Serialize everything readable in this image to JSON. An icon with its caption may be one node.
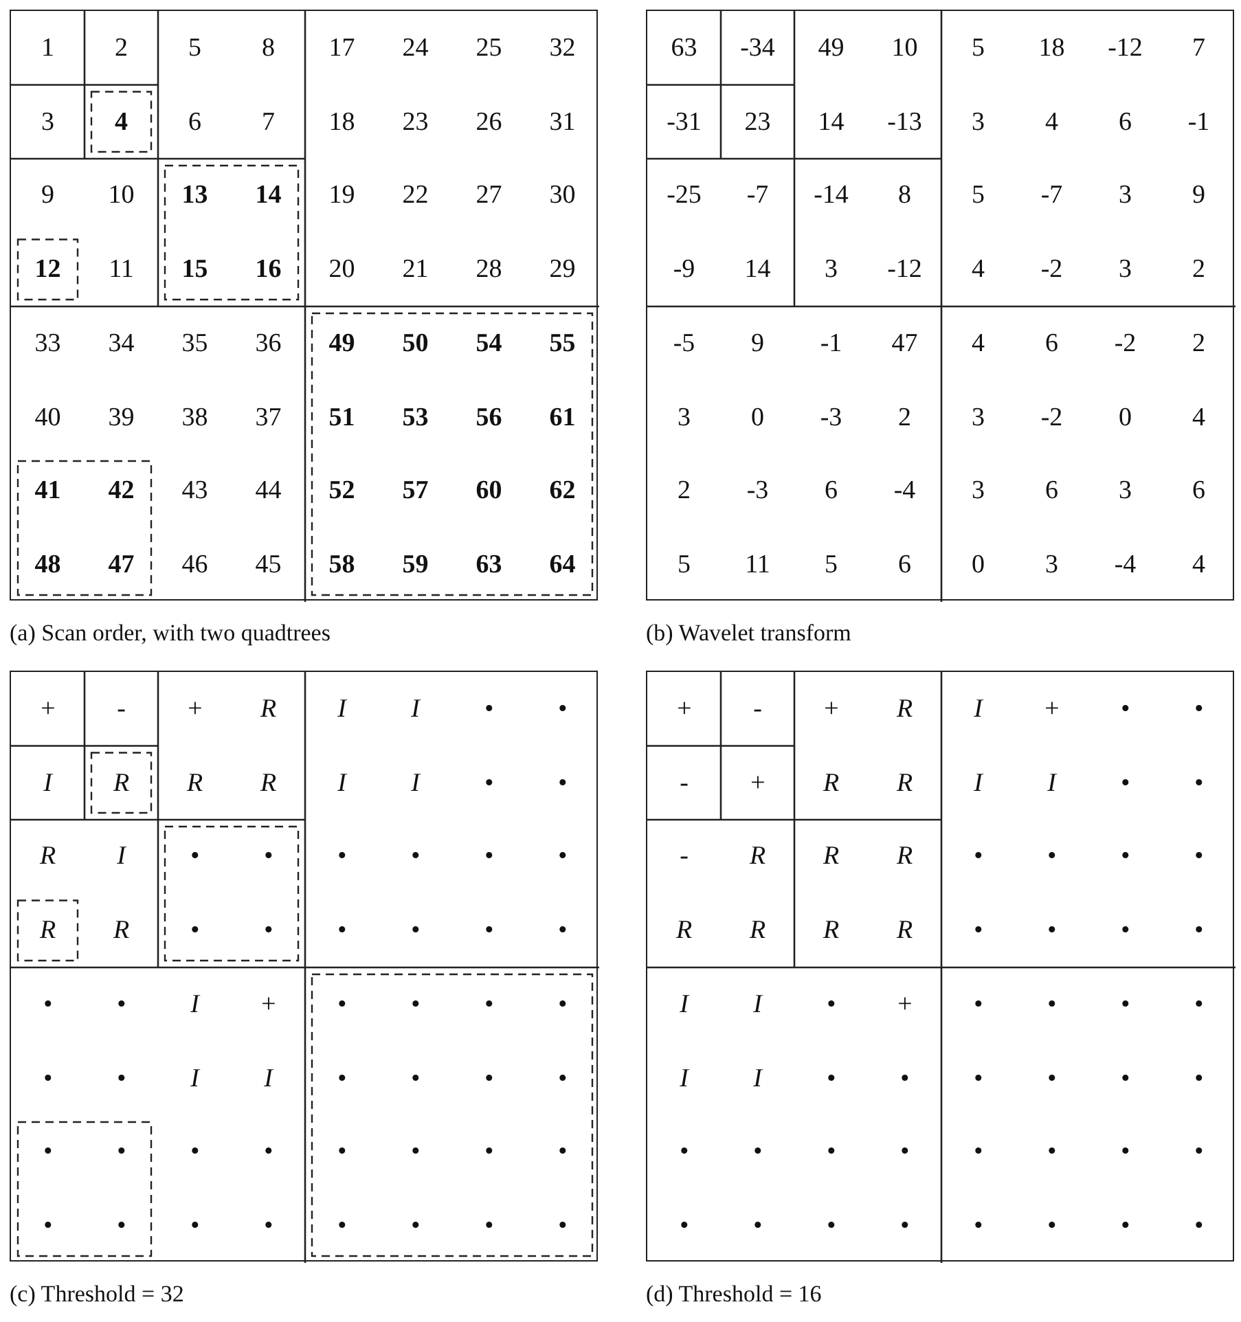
{
  "diagram": {
    "nodes": [
      {
        "text": [
          "1",
          "2",
          "5",
          "8",
          "17",
          "24",
          "25",
          "32",
          "3",
          "4",
          "6",
          "7",
          "18",
          "23",
          "26",
          "31",
          "9",
          "10",
          "13",
          "14",
          "19",
          "22",
          "27",
          "30",
          "12",
          "11",
          "15",
          "16",
          "20",
          "21",
          "28",
          "29",
          "33",
          "34",
          "35",
          "36",
          "49",
          "50",
          "54",
          "55",
          "40",
          "39",
          "38",
          "37",
          "51",
          "53",
          "56",
          "61",
          "41",
          "42",
          "43",
          "44",
          "52",
          "57",
          "60",
          "62",
          "48",
          "47",
          "46",
          "45",
          "58",
          "59",
          "63",
          "64"
        ],
        "beside": [
          "(a) Scan order, with two quadtrees"
        ]
      },
      {
        "text": [
          "63",
          "-34",
          "49",
          "10",
          "5",
          "18",
          "-12",
          "7",
          "-31",
          "23",
          "14",
          "-13",
          "3",
          "4",
          "6",
          "-1",
          "-25",
          "-7",
          "-14",
          "8",
          "5",
          "-7",
          "3",
          "9",
          "-9",
          "14",
          "3",
          "-12",
          "4",
          "-2",
          "3",
          "2",
          "-5",
          "9",
          "-1",
          "47",
          "4",
          "6",
          "-2",
          "2",
          "3",
          "0",
          "-3",
          "2",
          "3",
          "-2",
          "0",
          "4",
          "2",
          "-3",
          "6",
          "-4",
          "3",
          "6",
          "3",
          "6",
          "5",
          "11",
          "5",
          "6",
          "0",
          "3",
          "-4",
          "4"
        ],
        "beside": [
          "(b) Wavelet transform"
        ]
      },
      {
        "text": [
          "+",
          "-",
          "+",
          "R",
          "I",
          "I",
          "•",
          "•",
          "I",
          "R",
          "R",
          "R",
          "I",
          "I",
          "•",
          "•",
          "R",
          "I",
          "•",
          "•",
          "•",
          "•",
          "•",
          "•",
          "R",
          "R",
          "•",
          "•",
          "•",
          "•",
          "•",
          "•",
          "•",
          "•",
          "I",
          "+",
          "•",
          "•",
          "•",
          "•",
          "•",
          "•",
          "I",
          "I",
          "•",
          "•",
          "•",
          "•",
          "•",
          "•",
          "•",
          "•",
          "•",
          "•",
          "•",
          "•",
          "•",
          "•",
          "•",
          "•",
          "•",
          "•",
          "•",
          "•"
        ],
        "beside": [
          "(c) Threshold = 32"
        ]
      },
      {
        "text": [
          "+",
          "-",
          "+",
          "R",
          "I",
          "+",
          "•",
          "•",
          "-",
          "+",
          "R",
          "R",
          "I",
          "I",
          "•",
          "•",
          "-",
          "R",
          "R",
          "R",
          "•",
          "•",
          "•",
          "•",
          "R",
          "R",
          "R",
          "R",
          "•",
          "•",
          "•",
          "•",
          "I",
          "I",
          "•",
          "+",
          "•",
          "•",
          "•",
          "•",
          "I",
          "I",
          "•",
          "•",
          "•",
          "•",
          "•",
          "•",
          "•",
          "•",
          "•",
          "•",
          "•",
          "•",
          "•",
          "•",
          "•",
          "•",
          "•",
          "•",
          "•",
          "•",
          "•",
          "•"
        ],
        "beside": [
          "(d) Threshold = 16"
        ]
      }
    ]
  }
}
